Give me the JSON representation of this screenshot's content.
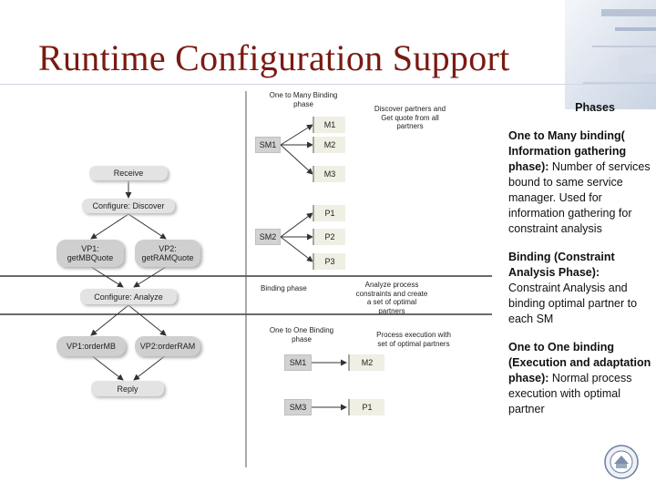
{
  "slide": {
    "title": "Runtime Configuration  Support"
  },
  "process": {
    "receive": "Receive",
    "configure_discover": "Configure: Discover",
    "vp1_get": "VP1:\ngetMBQuote",
    "vp2_get": "VP2:\ngetRAMQuote",
    "configure_analyze": "Configure: Analyze",
    "vp1_order": "VP1:orderMB",
    "vp2_order": "VP2:orderRAM",
    "reply": "Reply"
  },
  "binding": {
    "one_to_many_label": "One to Many Binding\nphase",
    "discover_note": "Discover partners and\nGet quote from all\npartners",
    "sm1": "SM1",
    "sm2": "SM2",
    "m1": "M1",
    "m2": "M2",
    "m3": "M3",
    "p1": "P1",
    "p2": "P2",
    "p3": "P3",
    "binding_phase_label": "Binding phase",
    "analyze_note": "Analyze process\nconstraints and create\na set of optimal\npartners",
    "one_to_one_label": "One to One Binding\nphase",
    "execution_note": "Process execution with\nset of optimal partners",
    "oo_sm1": "SM1",
    "oo_m2": "M2",
    "oo_sm3": "SM3",
    "oo_p1": "P1"
  },
  "panel": {
    "heading": "Phases",
    "item1_bold": "One to Many binding( Information gathering phase):",
    "item1_text": " Number of services bound to same service manager. Used for information gathering for constraint analysis",
    "item2_bold": "Binding (Constraint Analysis Phase):",
    "item2_text": " Constraint Analysis and binding optimal partner to each SM",
    "item3_bold": "One to One binding (Execution and adaptation phase):",
    "item3_text": " Normal process execution with optimal partner"
  },
  "colors": {
    "title": "#7a1a12"
  },
  "icons": {
    "logo": "university-seal-icon"
  }
}
